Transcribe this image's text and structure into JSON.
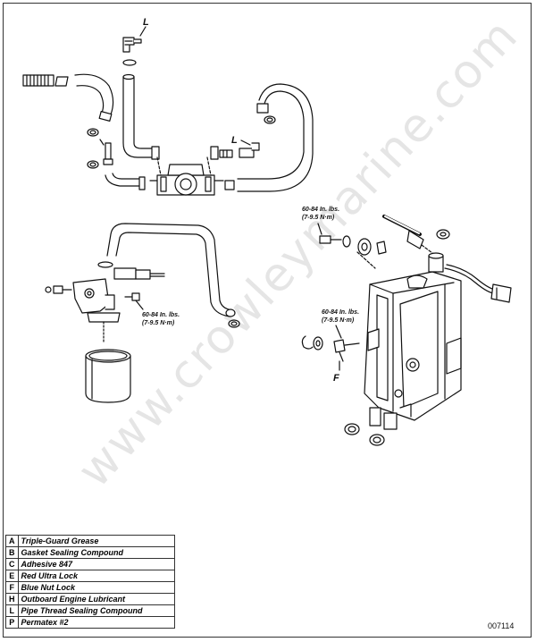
{
  "labels": {
    "l_top": "L",
    "l_mid": "L",
    "f": "F"
  },
  "torque": {
    "top_line1": "60-84 In. lbs.",
    "top_line2": "(7-9.5 N·m)",
    "left_line1": "60-84 In. lbs.",
    "left_line2": "(7-9.5 N·m)",
    "right_line1": "60-84 In. lbs.",
    "right_line2": "(7-9.5 N·m)"
  },
  "watermark": "www.crowleymarine.com",
  "legend": [
    {
      "key": "A",
      "text": "Triple-Guard Grease"
    },
    {
      "key": "B",
      "text": "Gasket Sealing Compound"
    },
    {
      "key": "C",
      "text": "Adhesive 847"
    },
    {
      "key": "E",
      "text": "Red Ultra Lock"
    },
    {
      "key": "F",
      "text": "Blue Nut Lock"
    },
    {
      "key": "H",
      "text": "Outboard Engine Lubricant"
    },
    {
      "key": "L",
      "text": "Pipe Thread Sealing Compound"
    },
    {
      "key": "P",
      "text": "Permatex #2"
    }
  ],
  "doc_number": "007114"
}
